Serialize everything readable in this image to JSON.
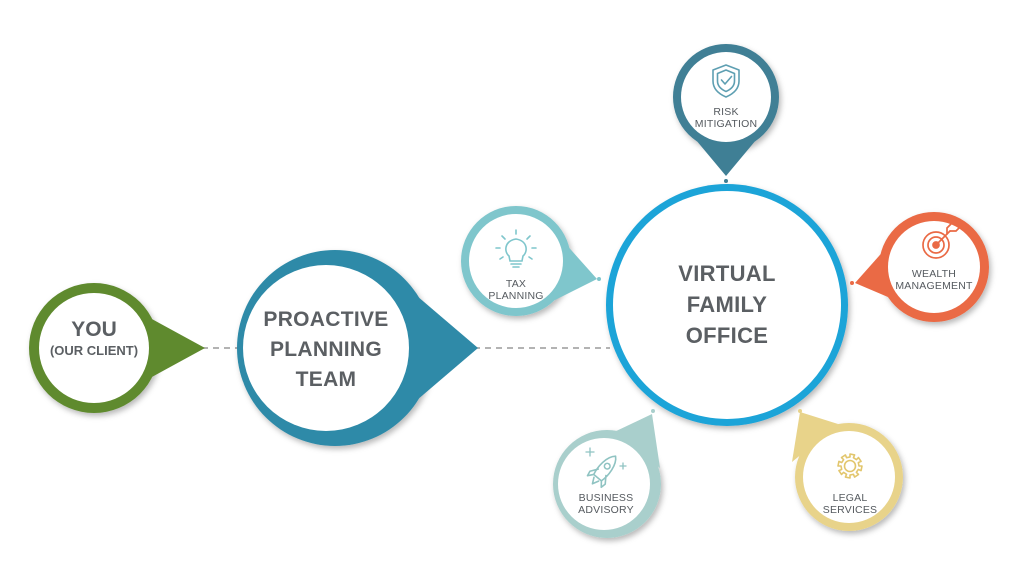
{
  "nodes": {
    "you": {
      "title": "YOU",
      "subtitle": "(OUR CLIENT)",
      "color": "#5f8a2e"
    },
    "proactive": {
      "lines": [
        "PROACTIVE",
        "PLANNING",
        "TEAM"
      ],
      "color": "#2f8aa8"
    },
    "vfo": {
      "lines": [
        "VIRTUAL",
        "FAMILY",
        "OFFICE"
      ],
      "color": "#1ea4d8"
    },
    "risk": {
      "lines": [
        "RISK",
        "MITIGATION"
      ],
      "color": "#3f7f95",
      "icon": "shield-check-icon"
    },
    "tax": {
      "lines": [
        "TAX",
        "PLANNING"
      ],
      "color": "#7fc6cc",
      "icon": "lightbulb-icon"
    },
    "wealth": {
      "lines": [
        "WEALTH",
        "MANAGEMENT"
      ],
      "color": "#ea6a45",
      "icon": "target-icon"
    },
    "business": {
      "lines": [
        "BUSINESS",
        "ADVISORY"
      ],
      "color": "#a9cfcc",
      "icon": "rocket-icon"
    },
    "legal": {
      "lines": [
        "LEGAL",
        "SERVICES"
      ],
      "color": "#e8d38a",
      "icon": "gear-icon"
    }
  }
}
